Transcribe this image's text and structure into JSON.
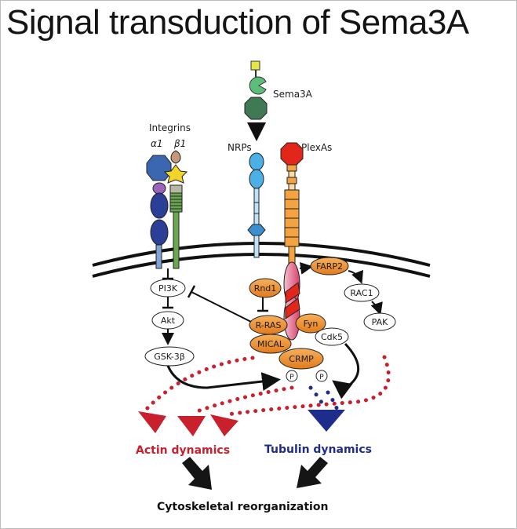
{
  "title": "Signal transduction of Sema3A",
  "labels": {
    "sema3a": "Sema3A",
    "integrins": "Integrins",
    "alpha1": "α1",
    "beta1": "β1",
    "nrps": "NRPs",
    "plexas": "PlexAs"
  },
  "nodes": {
    "farp2": "FARP2",
    "rac1": "RAC1",
    "pak": "PAK",
    "pi3k": "PI3K",
    "akt": "Akt",
    "gsk3b": "GSK-3β",
    "rnd1": "Rnd1",
    "rras": "R-RAS",
    "fyn": "Fyn",
    "cdk5": "Cdk5",
    "mical": "MICAL",
    "crmp": "CRMP",
    "phospho": "P"
  },
  "outputs": {
    "actin": "Actin dynamics",
    "tubulin": "Tubulin dynamics",
    "cytoskeletal": "Cytoskeletal reorganization"
  },
  "colors": {
    "red": "#c8202c",
    "blue": "#1e2d8c",
    "orange": "#ee8a2a",
    "membrane": "#111111"
  }
}
